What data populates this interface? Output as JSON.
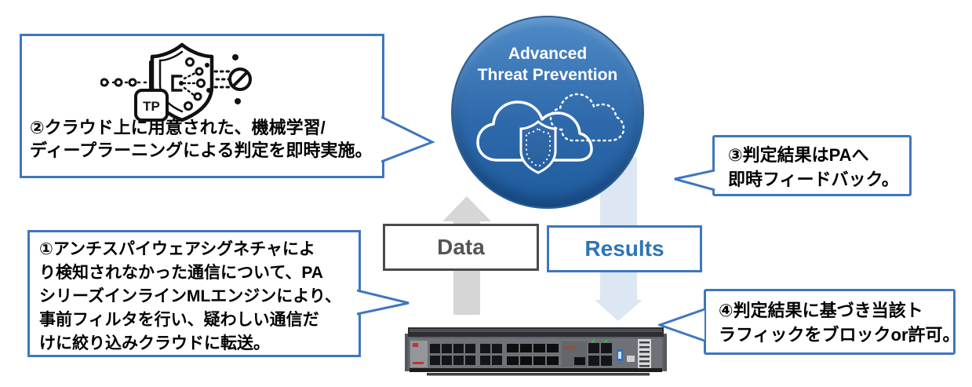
{
  "diagram": {
    "cloud_service": {
      "title_line1": "Advanced",
      "title_line2": "Threat Prevention"
    },
    "callouts": {
      "step1": {
        "lines": [
          "①アンチスパイウェアシグネチャによ",
          "り検知されなかった通信について、PA",
          "シリーズインラインMLエンジンにより、",
          "事前フィルタを行い、疑わしい通信だ",
          "けに絞り込みクラウドに転送。"
        ]
      },
      "step2": {
        "lines": [
          "②クラウド上に用意された、機械学習/",
          "ディープラーニングによる判定を即時実施。"
        ]
      },
      "step3": {
        "lines": [
          "③判定結果はPAへ",
          "即時フィードバック。"
        ]
      },
      "step4": {
        "lines": [
          "④判定結果に基づき当該ト",
          "ラフィックをブロックor許可。"
        ]
      }
    },
    "flow_labels": {
      "data": "Data",
      "results": "Results"
    },
    "icons": {
      "tp_badge_label": "TP"
    },
    "colors": {
      "circle_top": "#4f8bc7",
      "circle_bottom": "#1f5c9e",
      "callout_border": "#3f76bf",
      "results_text": "#2e74b5",
      "data_text": "#555555",
      "data_border": "#4a4a4a",
      "gray_arrow": "#d6d6d6",
      "results_arrow": "#dce7f3"
    }
  }
}
